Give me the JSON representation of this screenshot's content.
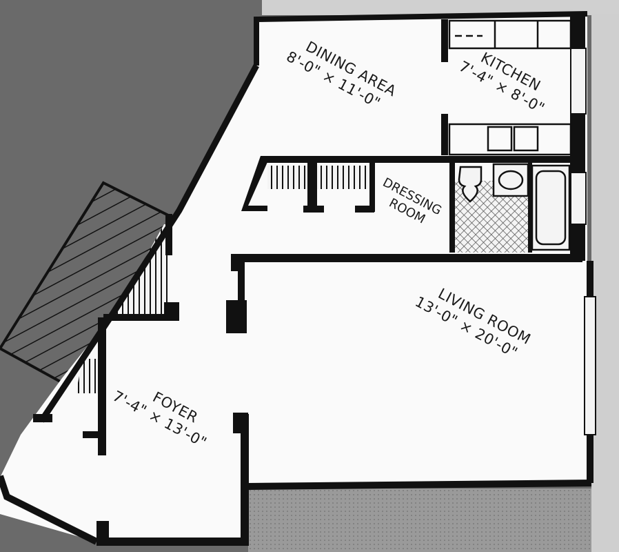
{
  "rooms": {
    "dining": {
      "name": "DINING AREA",
      "dims": "8'-0\" × 11'-0\""
    },
    "kitchen": {
      "name": "KITCHEN",
      "dims": "7'-4\" × 8'-0\""
    },
    "dressing": {
      "name_line1": "DRESSING",
      "name_line2": "ROOM"
    },
    "living": {
      "name": "LIVING ROOM",
      "dims": "13'-0\" × 20'-0\""
    },
    "foyer": {
      "name": "FOYER",
      "dims": "7'-4\" × 13'-0\""
    }
  },
  "colors": {
    "wall": "#111111",
    "floor": "#fafafa",
    "outdoor": "#6a6a6a",
    "tile": "#555555"
  }
}
